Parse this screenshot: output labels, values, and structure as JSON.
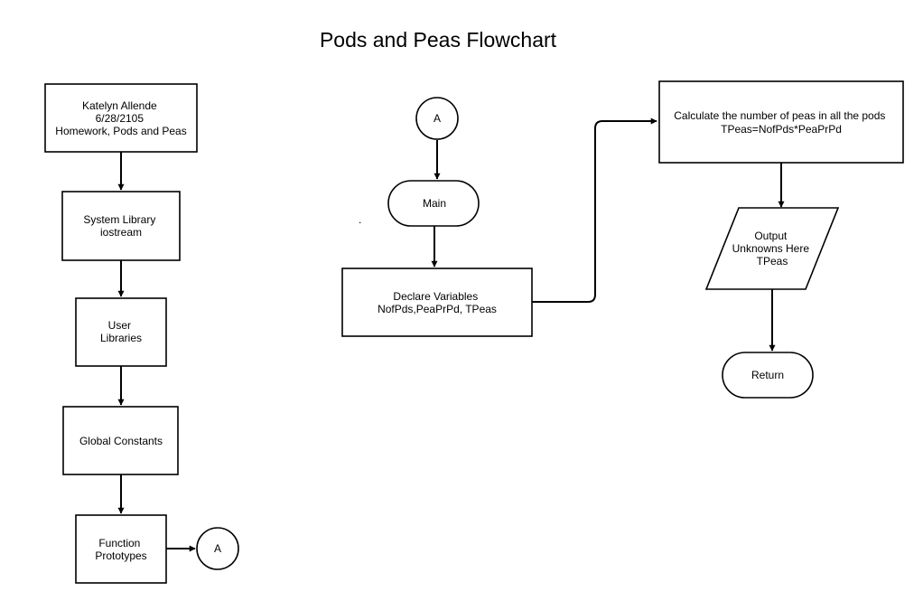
{
  "title": "Pods and Peas Flowchart",
  "stray_mark": ".",
  "nodes": {
    "header": [
      "Katelyn Allende",
      "6/28/2105",
      "Homework, Pods and Peas"
    ],
    "system_library": [
      "System Library",
      "iostream"
    ],
    "user_libraries": [
      "User",
      "Libraries"
    ],
    "global_constants": [
      "Global Constants"
    ],
    "function_prototypes": [
      "Function",
      "Prototypes"
    ],
    "connector_a_left": [
      "A"
    ],
    "connector_a_top": [
      "A"
    ],
    "main": [
      "Main"
    ],
    "declare": [
      "Declare Variables",
      "NofPds,PeaPrPd, TPeas"
    ],
    "calculate": [
      "Calculate the number of peas in all the pods",
      "TPeas=NofPds*PeaPrPd"
    ],
    "output": [
      "Output",
      "Unknowns Here",
      "TPeas"
    ],
    "return": [
      "Return"
    ]
  }
}
